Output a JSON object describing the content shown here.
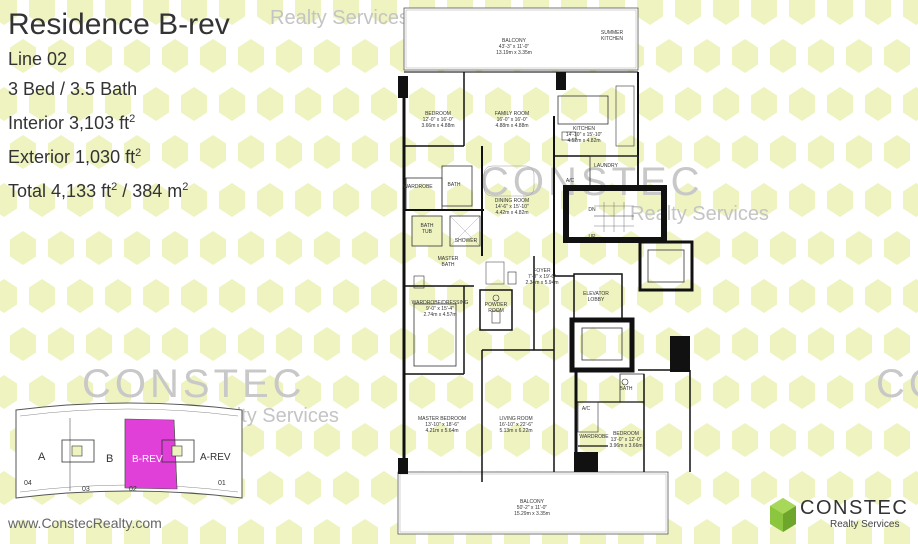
{
  "header": {
    "title": "Residence B-rev",
    "line_label": "Line",
    "line_value": "02",
    "bed_bath": "3 Bed / 3.5 Bath",
    "interior_label": "Interior",
    "interior_value": "3,103 ft",
    "exterior_label": "Exterior",
    "exterior_value": "1,030 ft",
    "total_label": "Total",
    "total_value": "4,133 ft",
    "total_metric": " / 384 m",
    "sq": "2"
  },
  "watermark": {
    "brand": "CONSTEC",
    "tagline": "Realty Services"
  },
  "keyplan": {
    "units": [
      "A",
      "B",
      "B-REV",
      "A-REV"
    ],
    "lines": [
      "04",
      "03",
      "02",
      "01"
    ],
    "highlight_color": "#e040d8"
  },
  "rooms": {
    "balcony_top": {
      "name": "BALCONY",
      "dims": "43'-3\" x 11'-0\"",
      "metric": "13.19m x 3.35m"
    },
    "summer_kitchen": {
      "name": "SUMMER",
      "name2": "KITCHEN"
    },
    "bedroom1": {
      "name": "BEDROOM",
      "dims": "12'-0\" x 16'-0\"",
      "metric": "3.66m x 4.88m"
    },
    "family_room": {
      "name": "FAMILY ROOM",
      "dims": "16'-0\" x 16'-0\"",
      "metric": "4.88m x 4.88m"
    },
    "kitchen": {
      "name": "KITCHEN",
      "dims": "14'-10\" x 15'-10\"",
      "metric": "4.52m x 4.82m"
    },
    "laundry": {
      "name": "LAUNDRY"
    },
    "ac1": {
      "name": "A/C"
    },
    "wardrobe1": {
      "name": "WARDROBE"
    },
    "bath1": {
      "name": "BATH"
    },
    "dining_room": {
      "name": "DINING ROOM",
      "dims": "14'-6\" x 15'-10\"",
      "metric": "4.42m x 4.82m"
    },
    "bath_tub": {
      "name": "BATH",
      "name2": "TUB"
    },
    "shower": {
      "name": "SHOWER"
    },
    "master_bath": {
      "name": "MASTER",
      "name2": "BATH"
    },
    "foyer": {
      "name": "FOYER",
      "dims": "7'-8\" x 19'-6\"",
      "metric": "2.34m x 5.94m"
    },
    "elevator_lobby": {
      "name": "ELEVATOR",
      "name2": "LOBBY"
    },
    "dn": {
      "name": "DN"
    },
    "up": {
      "name": "UP"
    },
    "wardrobe_dressing": {
      "name": "WARDROBE/DRESSING",
      "dims": "9'-0\" x 15'-4\"",
      "metric": "2.74m x 4.57m"
    },
    "powder_room": {
      "name": "POWDER",
      "name2": "ROOM"
    },
    "master_bedroom": {
      "name": "MASTER BEDROOM",
      "dims": "13'-10\" x 18'-6\"",
      "metric": "4.21m x 5.64m"
    },
    "living_room": {
      "name": "LIVING ROOM",
      "dims": "16'-10\" x 22'-6\"",
      "metric": "5.13m x 6.22m"
    },
    "bath2": {
      "name": "BATH"
    },
    "ac2": {
      "name": "A/C"
    },
    "wardrobe2": {
      "name": "WARDROBE"
    },
    "bedroom2": {
      "name": "BEDROOM",
      "dims": "13'-0\" x 12'-0\"",
      "metric": "3.96m x 3.66m"
    },
    "balcony_bottom": {
      "name": "BALCONY",
      "dims": "50'-2\" x 11'-0\"",
      "metric": "15.29m x 3.35m"
    }
  },
  "footer": {
    "website": "www.ConstecRealty.com"
  },
  "logo": {
    "brand": "CONSTEC",
    "sub": "Realty Services",
    "color": "#8cc63f"
  },
  "colors": {
    "pattern": "#eef3c0",
    "wall": "#111111"
  }
}
